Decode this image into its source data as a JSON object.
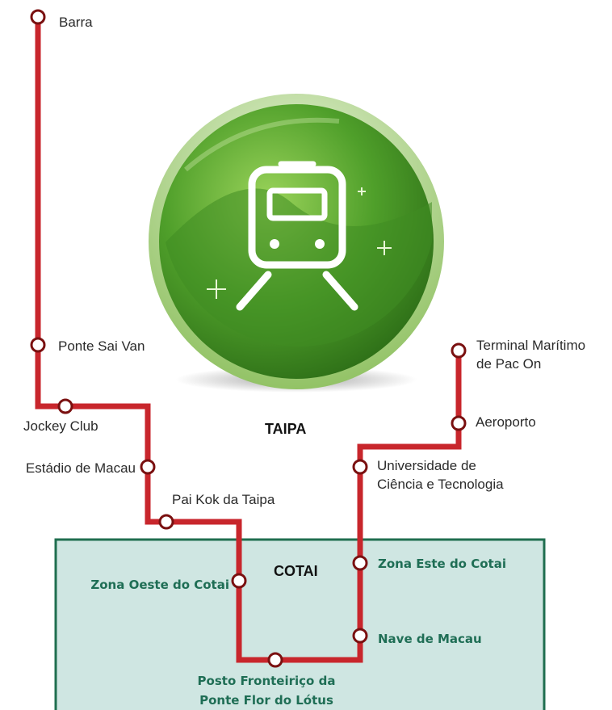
{
  "areas": {
    "taipa": "TAIPA",
    "cotai": "COTAI"
  },
  "colors": {
    "line": "#c8262c",
    "station_stroke": "#7a1010",
    "cotai_fill": "#cfe6e2",
    "cotai_border": "#1f6e4f",
    "cotai_text": "#1f6e55",
    "badge_green": "#56a62e"
  },
  "icons": {
    "badge": "train-front-icon",
    "sparkles": "sparkle-icon"
  },
  "stations": {
    "barra": "Barra",
    "ponte_sai_van": "Ponte Sai Van",
    "jockey_club": "Jockey Club",
    "estadio_de_macau": "Estádio de Macau",
    "pai_kok_da_taipa": "Pai Kok da Taipa",
    "zona_oeste_do_cotai": "Zona Oeste do Cotai",
    "posto_fronteirico_line1": "Posto Fronteiriço da",
    "posto_fronteirico_line2": "Ponte Flor do Lótus",
    "nave_de_macau": "Nave de Macau",
    "zona_este_do_cotai": "Zona Este do Cotai",
    "universidade_line1": "Universidade de",
    "universidade_line2": "Ciência e Tecnologia",
    "aeroporto": "Aeroporto",
    "terminal_line1": "Terminal Marítimo",
    "terminal_line2": "de Pac On"
  }
}
